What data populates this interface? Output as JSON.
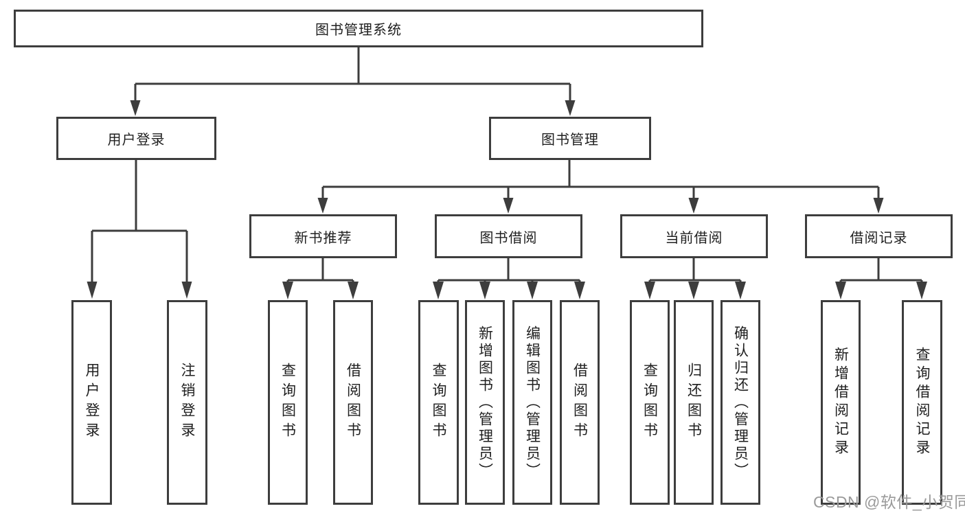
{
  "diagram": {
    "title": "图书管理系统",
    "root": "图书管理系统",
    "branches": [
      {
        "label": "用户登录",
        "children": [
          "用户登录",
          "注销登录"
        ]
      },
      {
        "label": "图书管理",
        "sections": [
          {
            "label": "新书推荐",
            "children": [
              "查询图书",
              "借阅图书"
            ]
          },
          {
            "label": "图书借阅",
            "children": [
              "查询图书",
              "新增图书（管理员）",
              "编辑图书（管理员）",
              "借阅图书"
            ]
          },
          {
            "label": "当前借阅",
            "children": [
              "查询图书",
              "归还图书",
              "确认归还（管理员）"
            ]
          },
          {
            "label": "借阅记录",
            "children": [
              "新增借阅记录",
              "查询借阅记录"
            ]
          }
        ]
      }
    ]
  },
  "watermark": "CSDN @软件_小贺同学",
  "colors": {
    "line": "#3d3d3d",
    "text": "#1f1f1f",
    "watermark": "#9a9a9a",
    "background": "#ffffff"
  }
}
